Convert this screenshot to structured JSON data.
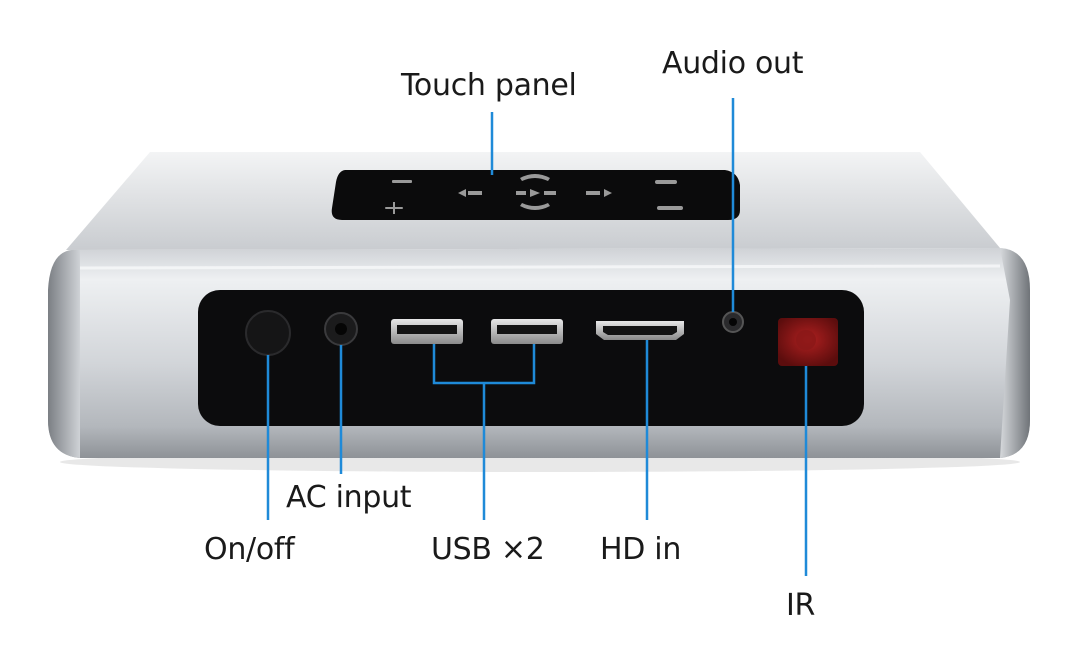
{
  "labels": {
    "touch_panel": "Touch panel",
    "audio_out": "Audio out",
    "ac_input": "AC input",
    "on_off": "On/off",
    "usb": "USB ×2",
    "hd_in": "HD in",
    "ir": "IR"
  },
  "colors": {
    "leader_line": "#1f8ad8",
    "body_light": "#e4e6e9",
    "body_dark": "#9fa3a8",
    "panel_black": "#0c0c0d",
    "ir_window": "#7a1414",
    "label_text": "#1a1a1a"
  }
}
